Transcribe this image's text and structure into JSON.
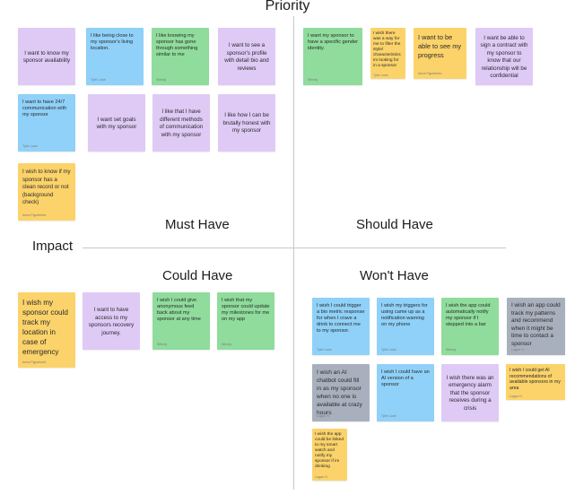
{
  "diagram": {
    "title": "Priority",
    "axis_label": "Impact",
    "quadrants": {
      "must_have": "Must Have",
      "should_have": "Should Have",
      "could_have": "Could Have",
      "wont_have": "Won't Have"
    }
  },
  "colors": {
    "purple": "#dfcaf6",
    "blue": "#8fd1f8",
    "green": "#8fdc9c",
    "yellow": "#fbd36a",
    "gray": "#a9b0bd"
  },
  "notes": {
    "must": [
      {
        "text": "I want to know my sponsor availability",
        "author": ""
      },
      {
        "text": "I like being close to my sponsor's living location.",
        "author": "Tyler Lane"
      },
      {
        "text": "I like knowing my sponsor has gone through something similar to me",
        "author": "Wendy"
      },
      {
        "text": "I want to see a sponsor's profile with detail bio and reviews",
        "author": ""
      },
      {
        "text": "I want to have 24/7 communication with my sponsor",
        "author": "Tyler Lane"
      },
      {
        "text": "I want set goals with my sponsor",
        "author": ""
      },
      {
        "text": "I like that I have different methods of communication with my sponsor",
        "author": ""
      },
      {
        "text": "I like how I can be brutally honest with my sponsor",
        "author": ""
      },
      {
        "text": "I wish to know if my sponsor has a clean record or not (background check)",
        "author": "Anna Figueiredo"
      }
    ],
    "should": [
      {
        "text": "I want my sponsor to have a specific gender identity.",
        "author": "Wendy"
      },
      {
        "text": "I wish there was a way for me to filter the style/ characteristics im looking for in a sponsor",
        "author": "Tyler Lane"
      },
      {
        "text": "I want to be able to see my progress",
        "author": "Anna Figueiredo"
      },
      {
        "text": "I want be able to sign a contract with my sponsor to know that our relationship will be confidential",
        "author": ""
      }
    ],
    "could": [
      {
        "text": "I wish my sponsor could track my location in case of emergency",
        "author": "Anna Figueiredo"
      },
      {
        "text": "I want to have access to my sponsors recovery journey.",
        "author": ""
      },
      {
        "text": "I wish I could give anonymous feed back about my sponsor at any time",
        "author": "Wendy"
      },
      {
        "text": "I wish that my sponsor could update my milestones for me on my app",
        "author": "Wendy"
      }
    ],
    "wont": [
      {
        "text": "I wish I could trigger a bio metric response for when I crave a drink to connect me to my sponsor.",
        "author": "Tyler Lane"
      },
      {
        "text": "I wish my triggers for using came up as a notification warning on my phone",
        "author": "Tyler Lane"
      },
      {
        "text": "I wish the app could automatically notify my sponsor if I stepped into a bar",
        "author": "Wendy"
      },
      {
        "text": "I wish an app could track my patterns and recommend when it might be time to contact a sponsor",
        "author": "Logan H."
      },
      {
        "text": "I wish an AI chatbot could fill in as my sponsor when no one is available at crazy hours",
        "author": "Logan H."
      },
      {
        "text": "I wish I could have an AI version of a sponsor",
        "author": "Tyler Lane"
      },
      {
        "text": "I wish there was an emergency alarm that the sponsor receives during a crisis",
        "author": ""
      },
      {
        "text": "I wish I could get AI recommendations of available sponsors in my area",
        "author": "Logan H."
      },
      {
        "text": "I wish the app could be linked to my smart watch and notify my sponsor if im drinking",
        "author": "Logan H."
      }
    ]
  }
}
